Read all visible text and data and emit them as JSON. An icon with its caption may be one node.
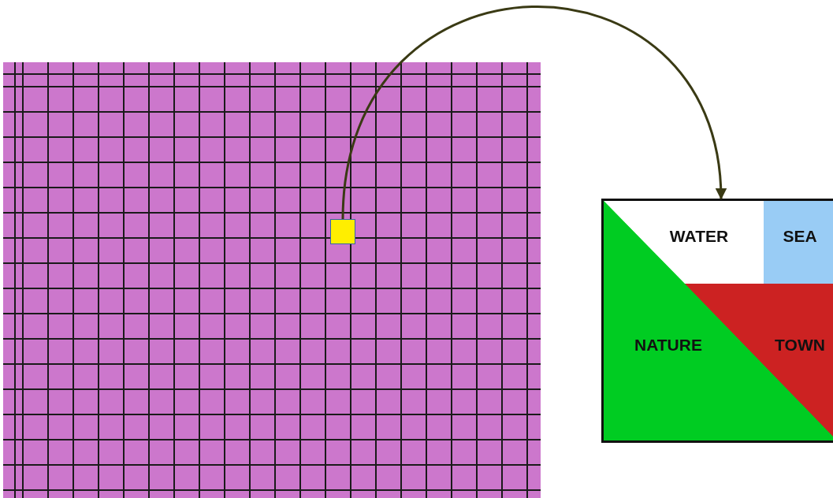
{
  "diagram": {
    "nodes": [
      {
        "text": [],
        "shape": "grid"
      },
      {
        "text": [],
        "shape": "box",
        "in": 0
      },
      {
        "text": [],
        "shape": "box"
      },
      {
        "text": [
          "WATER"
        ],
        "in": 2
      },
      {
        "text": [
          "SEA"
        ],
        "in": 2
      },
      {
        "text": [
          "NATURE"
        ],
        "in": 2
      },
      {
        "text": [
          "TOWN"
        ],
        "in": 2
      }
    ],
    "edges": [
      {
        "from": 1,
        "to": 2,
        "arrow": "to"
      }
    ]
  }
}
